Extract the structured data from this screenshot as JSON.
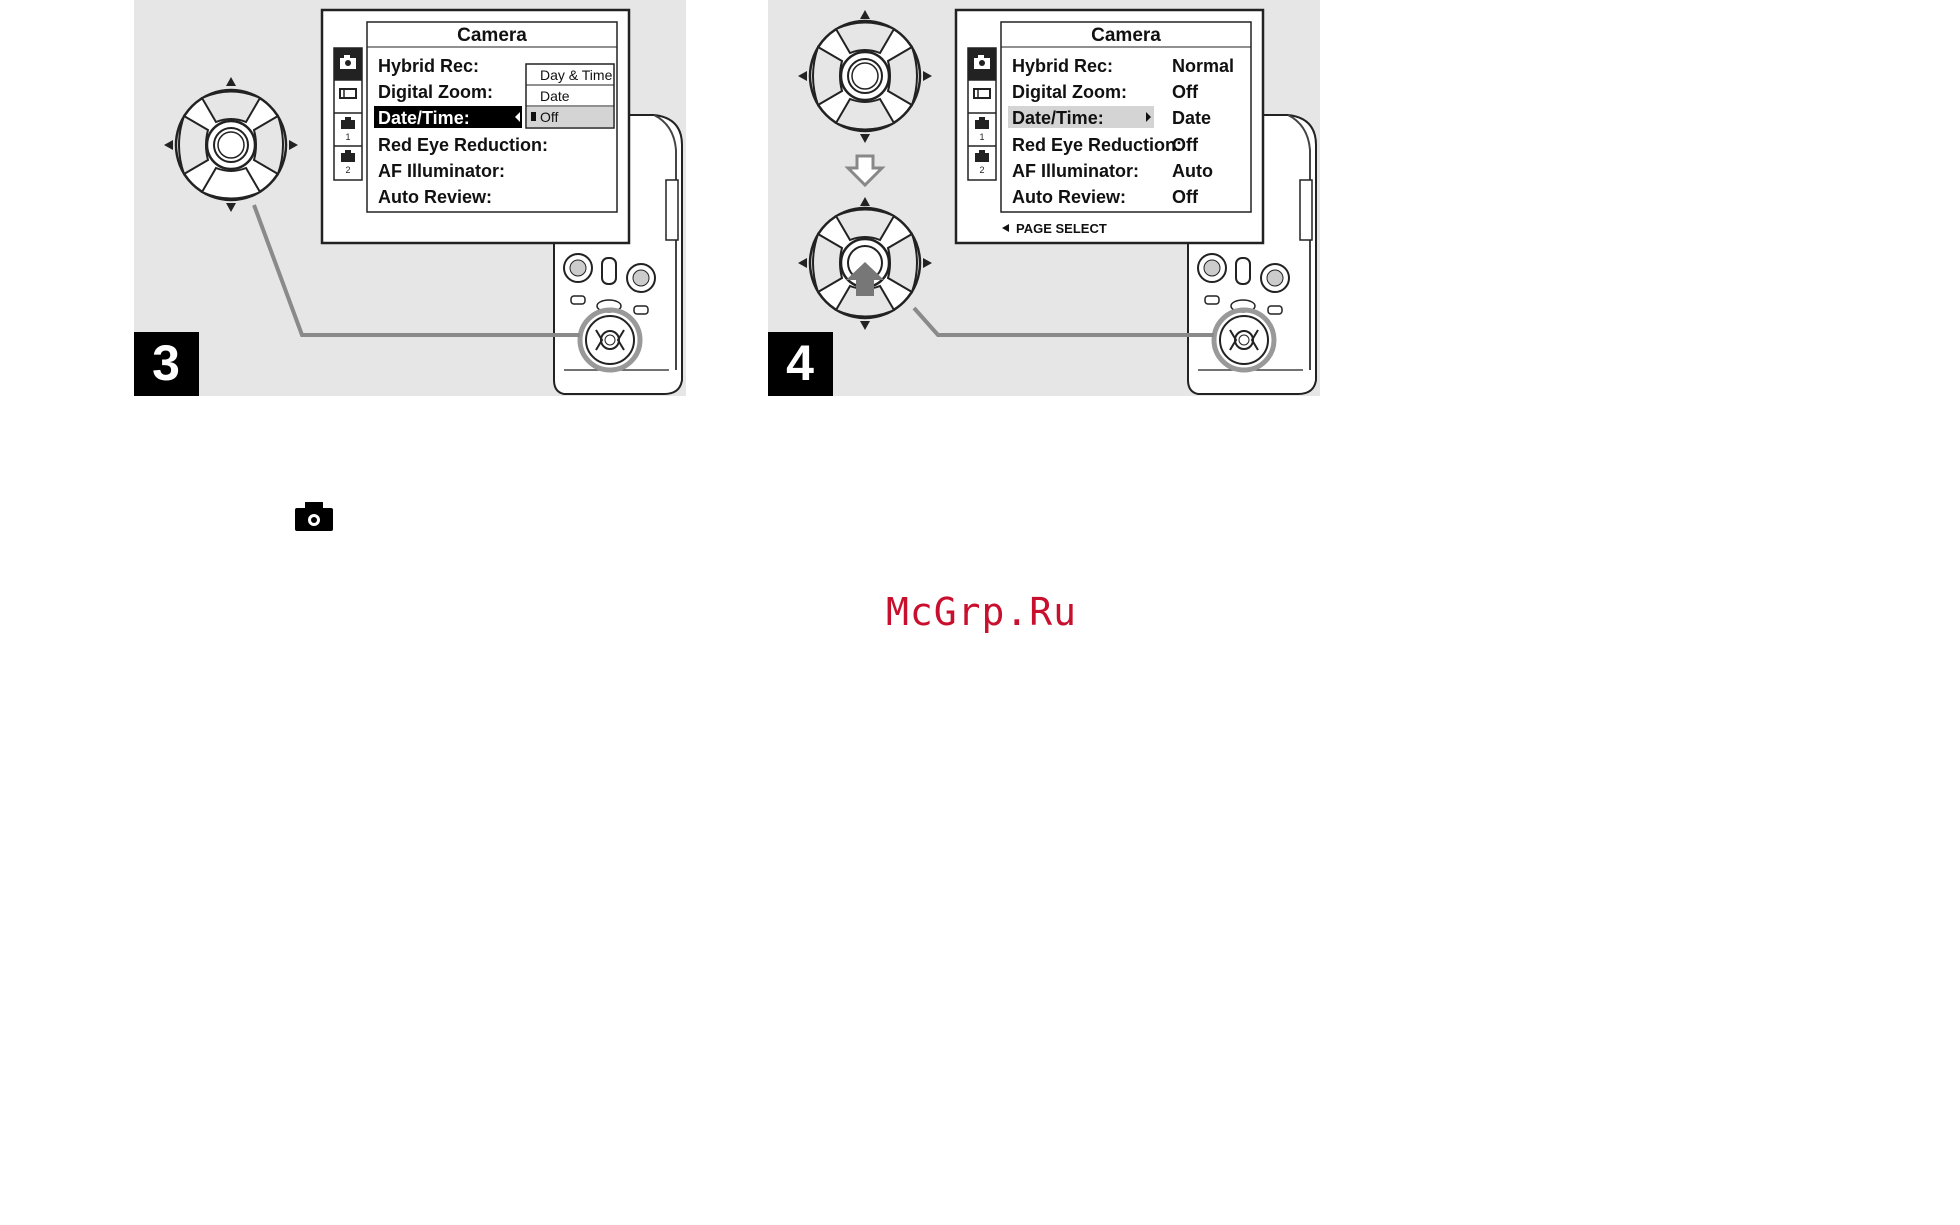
{
  "step3": {
    "number": "3",
    "menu_title": "Camera",
    "items": [
      "Hybrid Rec:",
      "Digital Zoom:",
      "Date/Time:",
      "Red Eye Reduction:",
      "AF Illuminator:",
      "Auto Review:"
    ],
    "selected_item": "Date/Time:",
    "dropdown_options": [
      "Day & Time",
      "Date",
      "Off"
    ],
    "dropdown_selected": "Off",
    "sidebar_tab_numbers": [
      "1",
      "2"
    ]
  },
  "step4": {
    "number": "4",
    "menu_title": "Camera",
    "items": [
      {
        "label": "Hybrid Rec:",
        "value": "Normal"
      },
      {
        "label": "Digital Zoom:",
        "value": "Off"
      },
      {
        "label": "Date/Time:",
        "value": "Date"
      },
      {
        "label": "Red Eye Reduction:",
        "value": "Off"
      },
      {
        "label": "AF Illuminator:",
        "value": "Auto"
      },
      {
        "label": "Auto Review:",
        "value": "Off"
      }
    ],
    "selected_item": "Date/Time:",
    "page_select_label": "PAGE SELECT",
    "sidebar_tab_numbers": [
      "1",
      "2"
    ]
  },
  "watermark": "McGrp.Ru",
  "colors": {
    "panel_bg": "#e6e6e6",
    "highlight": "#000000",
    "soft_highlight": "#d4d4d4",
    "watermark": "#c8102e"
  },
  "icons": [
    "camera-icon",
    "film-strip-icon",
    "setup-1-icon",
    "setup-2-icon",
    "control-pad-icon",
    "down-arrow-icon"
  ]
}
